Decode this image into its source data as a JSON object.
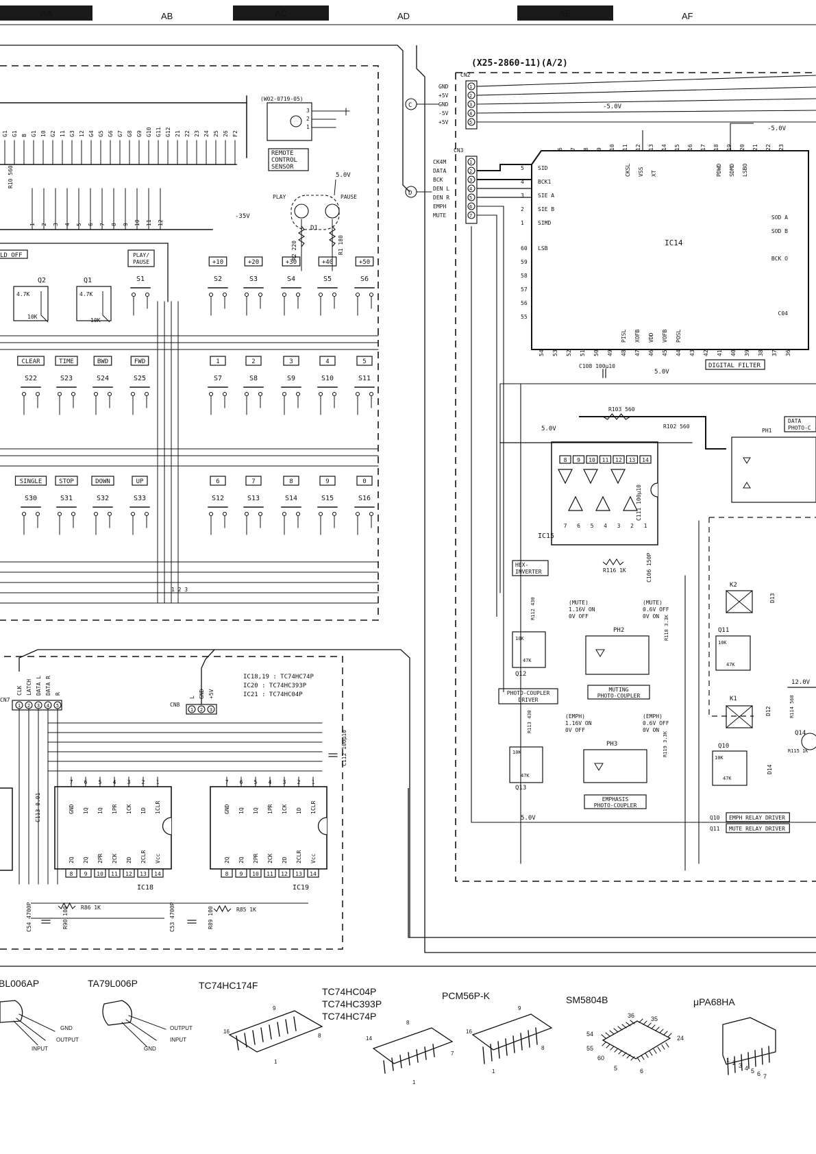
{
  "grid_columns": [
    {
      "label": "AA",
      "shaded": true
    },
    {
      "label": "AB",
      "shaded": false
    },
    {
      "label": "AC",
      "shaded": true
    },
    {
      "label": "AD",
      "shaded": false
    },
    {
      "label": "AE",
      "shaded": true
    },
    {
      "label": "AF",
      "shaded": false
    }
  ],
  "colors": {
    "ink": "#111111",
    "paper": "#ffffff",
    "band": "#1a1a1a"
  },
  "board_id": "(X25-2860-11)(A/2)",
  "remote_sensor_part": "(W02-0719-05)",
  "remote_sensor_label": [
    "REMOTE",
    "CONTROL",
    "SENSOR"
  ],
  "led_labels": {
    "play": "PLAY",
    "pause": "PAUSE",
    "ref": "D1",
    "r2": "R2 220",
    "r1": "R1 180"
  },
  "voltages": {
    "v5": "5.0V",
    "vm5": "-5.0V",
    "vm35": "-35V",
    "v12": "12.0V"
  },
  "connectors": {
    "cn2": {
      "name": "CN2",
      "node": "C",
      "pins": [
        "GND",
        "+5V",
        "GND",
        "-5V",
        "+5V"
      ]
    },
    "cn3": {
      "name": "CN3",
      "node": "D",
      "pins": [
        "CK4M",
        "DATA",
        "BCK",
        "DEN L",
        "DEN R",
        "EMPH",
        "MUTE"
      ]
    },
    "cn7": {
      "name": "CN7",
      "pins": [
        "CLK",
        "LATCH",
        "DATA L",
        "DATA R",
        "R"
      ]
    },
    "cn8": {
      "name": "CN8",
      "pins": [
        "L",
        "GND",
        "+5V"
      ]
    }
  },
  "ic14": {
    "name": "IC14",
    "left_pins": [
      [
        "5",
        "SID"
      ],
      [
        "4",
        "BCK1"
      ],
      [
        "3",
        "SIE A"
      ],
      [
        "2",
        "SIE B"
      ],
      [
        "1",
        "SIMD"
      ],
      [
        "60",
        "LSB"
      ],
      [
        "59",
        ""
      ],
      [
        "58",
        ""
      ],
      [
        "57",
        ""
      ],
      [
        "56",
        ""
      ],
      [
        "55",
        ""
      ]
    ],
    "top_pins": [
      [
        "6",
        ""
      ],
      [
        "7",
        ""
      ],
      [
        "8",
        ""
      ],
      [
        "9",
        ""
      ],
      [
        "10",
        ""
      ],
      [
        "11",
        "CKSL"
      ],
      [
        "12",
        "VSS"
      ],
      [
        "13",
        "XT"
      ],
      [
        "14",
        ""
      ],
      [
        "15",
        ""
      ],
      [
        "16",
        ""
      ],
      [
        "17",
        ""
      ],
      [
        "18",
        "PDWD"
      ],
      [
        "19",
        "SDMD"
      ],
      [
        "20",
        "LSBO"
      ],
      [
        "21",
        ""
      ],
      [
        "22",
        ""
      ],
      [
        "23",
        ""
      ]
    ],
    "bottom_pins": [
      [
        "54",
        ""
      ],
      [
        "53",
        ""
      ],
      [
        "52",
        ""
      ],
      [
        "51",
        ""
      ],
      [
        "50",
        ""
      ],
      [
        "49",
        ""
      ],
      [
        "48",
        "PISL"
      ],
      [
        "47",
        "XOFB"
      ],
      [
        "46",
        "VDD"
      ],
      [
        "45",
        "VOFB"
      ],
      [
        "44",
        "POSL"
      ],
      [
        "43",
        ""
      ],
      [
        "42",
        ""
      ],
      [
        "41",
        ""
      ],
      [
        "40",
        ""
      ],
      [
        "39",
        ""
      ],
      [
        "38",
        ""
      ],
      [
        "37",
        ""
      ],
      [
        "36",
        ""
      ]
    ],
    "right_labels": [
      "SOD A",
      "SOD B",
      "BCK O",
      "C04"
    ],
    "function": "DIGITAL FILTER",
    "cap": "C108 100μ10"
  },
  "ic15": {
    "name": "IC15",
    "top_pins": [
      "8",
      "9",
      "10",
      "11",
      "12",
      "13",
      "14"
    ],
    "bottom_pins": [
      "7",
      "6",
      "5",
      "4",
      "3",
      "2",
      "1"
    ],
    "function": [
      "HEX-",
      "INVERTER"
    ],
    "r103": "R103 560",
    "r102": "R102 560",
    "r116": "R116 1K",
    "c106": "C106 150P",
    "c111": "C111 100μ10"
  },
  "photocoupler_data": [
    "DATA",
    "PHOTO-C"
  ],
  "ph1": "PH1",
  "ph2": {
    "name": "PH2",
    "label": [
      "MUTING",
      "PHOTO-COUPLER"
    ],
    "mute_left": [
      "(MUTE)",
      "1.16V ON",
      "0V OFF"
    ],
    "mute_right": [
      "(MUTE)",
      "0.6V OFF",
      "0V ON"
    ]
  },
  "ph3": {
    "name": "PH3",
    "label": [
      "EMPHASIS",
      "PHOTO-COUPLER"
    ],
    "emph_left": [
      "(EMPH)",
      "1.16V ON",
      "0V OFF"
    ],
    "emph_right": [
      "(EMPH)",
      "0.6V OFF",
      "0V ON"
    ]
  },
  "transistors": {
    "q12": "Q12",
    "q13": "Q13",
    "q11": "Q11",
    "q10": "Q10",
    "q14": "Q14",
    "driver_label": [
      "PHOTO-COUPLER",
      "DRIVER"
    ],
    "r112": "R112 430",
    "r113": "R113 430",
    "r118": "R118 3.3K",
    "r119": "R119 3.3K",
    "r114": "R114 560",
    "r115": "R115 1K",
    "k1": "K1",
    "k2": "K2",
    "d12": "D12",
    "d13": "D13",
    "d14": "D14",
    "q10_desc": "EMPH RELAY DRIVER",
    "q11_desc": "MUTE RELAY DRIVER",
    "r10k": "10K",
    "r47k": "47K"
  },
  "left_q": {
    "q1": "Q1",
    "q2": "Q2",
    "r47": "4.7K",
    "r10": "10K",
    "hold": "LD OFF"
  },
  "vfd_pins": [
    "G1",
    "G1",
    "B",
    "G1",
    "10",
    "G2",
    "11",
    "G3",
    "12",
    "G4",
    "G5",
    "G6",
    "G7",
    "G8",
    "G9",
    "G10",
    "G11",
    "G12",
    "21",
    "22",
    "23",
    "24",
    "25",
    "26",
    "F2"
  ],
  "r10_label": "R10 560",
  "key_rows": [
    {
      "row": 1,
      "keys": [
        [
          "PLAY/PAUSE",
          "S1"
        ],
        [
          "+10",
          "S2"
        ],
        [
          "+20",
          "S3"
        ],
        [
          "+30",
          "S4"
        ],
        [
          "+40",
          "S5"
        ],
        [
          "+50",
          "S6"
        ]
      ]
    },
    {
      "row": 2,
      "keys": [
        [
          "CLEAR",
          "S22"
        ],
        [
          "TIME",
          "S23"
        ],
        [
          "BWD",
          "S24"
        ],
        [
          "FWD",
          "S25"
        ],
        [
          "1",
          "S7"
        ],
        [
          "2",
          "S8"
        ],
        [
          "3",
          "S9"
        ],
        [
          "4",
          "S10"
        ],
        [
          "5",
          "S11"
        ]
      ]
    },
    {
      "row": 3,
      "keys": [
        [
          "SINGLE",
          "S30"
        ],
        [
          "STOP",
          "S31"
        ],
        [
          "DOWN",
          "S32"
        ],
        [
          "UP",
          "S33"
        ],
        [
          "6",
          "S12"
        ],
        [
          "7",
          "S13"
        ],
        [
          "8",
          "S14"
        ],
        [
          "9",
          "S15"
        ],
        [
          "0",
          "S16"
        ]
      ]
    }
  ],
  "ic_notes": [
    "IC18,19 : TC74HC74P",
    "IC20 : TC74HC393P",
    "IC21 : TC74HC04P"
  ],
  "ic18": {
    "name": "IC18",
    "top_pins": [
      "7",
      "6",
      "5",
      "4",
      "3",
      "2",
      "1"
    ],
    "top_names": [
      "GND",
      "1Q",
      "1Q",
      "1PR",
      "1CK",
      "1D",
      "1CLR"
    ],
    "bottom_pins": [
      "8",
      "9",
      "10",
      "11",
      "12",
      "13",
      "14"
    ],
    "bottom_names": [
      "2Q",
      "2Q",
      "2PR",
      "2CK",
      "2D",
      "2CLR",
      "Vcc"
    ]
  },
  "ic19": {
    "name": "IC19",
    "top_pins": [
      "7",
      "6",
      "5",
      "4",
      "3",
      "2",
      "1"
    ],
    "top_names": [
      "GND",
      "1Q",
      "1Q",
      "1PR",
      "1CK",
      "1D",
      "1CLR"
    ],
    "bottom_pins": [
      "8",
      "9",
      "10",
      "11",
      "12",
      "13",
      "14"
    ],
    "bottom_names": [
      "2Q",
      "2Q",
      "2PR",
      "2CK",
      "2D",
      "2CLR",
      "Vcc"
    ]
  },
  "caps": {
    "c113": "C113 0.01",
    "c112": "C112 100μ10",
    "c54": "C54 4700P",
    "c53": "C53 4700P"
  },
  "resistors": {
    "r86": "R86 1K",
    "r85": "R85 1K",
    "r90": "R90 100",
    "r89": "R89 100"
  },
  "packages": [
    {
      "name": "BL006AP",
      "pins": [
        "GND",
        "INPUT",
        "OUTPUT"
      ]
    },
    {
      "name": "TA79L006P",
      "pins": [
        "OUTPUT",
        "GND",
        "INPUT"
      ]
    },
    {
      "name": "TC74HC174F",
      "pins": [
        "9",
        "16",
        "8",
        "1"
      ]
    },
    {
      "name": "TC74HC04P\nTC74HC393P\nTC74HC74P",
      "pins": [
        "8",
        "14",
        "7",
        "1"
      ]
    },
    {
      "name": "PCM56P-K",
      "pins": [
        "9",
        "16",
        "8",
        "1"
      ]
    },
    {
      "name": "SM5804B",
      "pins": [
        "36",
        "35",
        "54",
        "24",
        "55",
        "60",
        "5",
        "6"
      ]
    },
    {
      "name": "μPA68HA",
      "pins": [
        "1",
        "2",
        "3",
        "4",
        "5",
        "6",
        "7"
      ]
    }
  ]
}
